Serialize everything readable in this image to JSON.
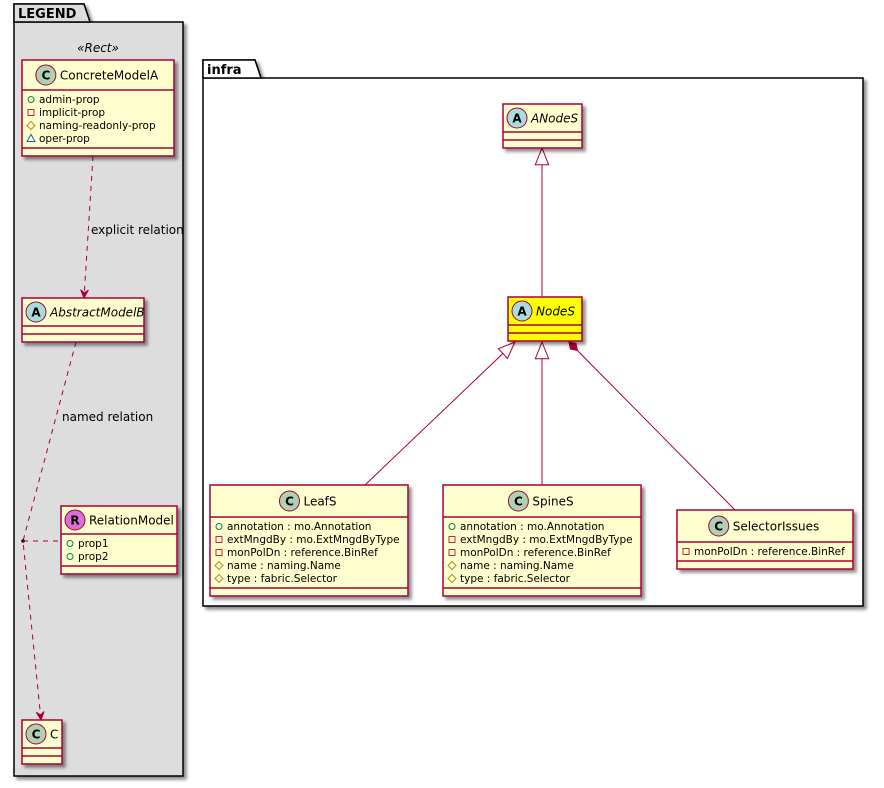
{
  "colors": {
    "class_fill": "#FEFECE",
    "class_border": "#A80036",
    "highlight_fill": "#FFFF00",
    "legend_bg": "#DDDDDD",
    "edge": "#A80036",
    "circle_class": "#ADD1B2",
    "circle_abstract": "#A9DCDF",
    "circle_relation": "#DA70D6",
    "vis_public": "#038048",
    "vis_private": "#C82930",
    "vis_protected": "#B38D22",
    "vis_package": "#1963A0"
  },
  "packages": {
    "legend": {
      "name": "LEGEND",
      "stereotype": "«Rect»"
    },
    "infra": {
      "name": "infra"
    }
  },
  "classes": {
    "concrete_model_a": {
      "kind_letter": "C",
      "name": "ConcreteModelA",
      "attributes": [
        {
          "vis": "public",
          "text": "admin-prop"
        },
        {
          "vis": "private",
          "text": "implicit-prop"
        },
        {
          "vis": "protected",
          "text": "naming-readonly-prop"
        },
        {
          "vis": "package",
          "text": "oper-prop"
        }
      ]
    },
    "abstract_model_b": {
      "kind_letter": "A",
      "name": "AbstractModelB",
      "attributes": []
    },
    "relation_model": {
      "kind_letter": "R",
      "name": "RelationModel",
      "attributes": [
        {
          "vis": "public",
          "text": "prop1"
        },
        {
          "vis": "public",
          "text": "prop2"
        }
      ]
    },
    "c": {
      "kind_letter": "C",
      "name": "C",
      "attributes": []
    },
    "anodes": {
      "kind_letter": "A",
      "name": "ANodeS",
      "attributes": []
    },
    "nodes": {
      "kind_letter": "A",
      "name": "NodeS",
      "attributes": []
    },
    "leafs": {
      "kind_letter": "C",
      "name": "LeafS",
      "attributes": [
        {
          "vis": "public",
          "text": "annotation : mo.Annotation"
        },
        {
          "vis": "private",
          "text": "extMngdBy : mo.ExtMngdByType"
        },
        {
          "vis": "private",
          "text": "monPolDn : reference.BinRef"
        },
        {
          "vis": "protected",
          "text": "name : naming.Name"
        },
        {
          "vis": "protected",
          "text": "type : fabric.Selector"
        }
      ]
    },
    "spines": {
      "kind_letter": "C",
      "name": "SpineS",
      "attributes": [
        {
          "vis": "public",
          "text": "annotation : mo.Annotation"
        },
        {
          "vis": "private",
          "text": "extMngdBy : mo.ExtMngdByType"
        },
        {
          "vis": "private",
          "text": "monPolDn : reference.BinRef"
        },
        {
          "vis": "protected",
          "text": "name : naming.Name"
        },
        {
          "vis": "protected",
          "text": "type : fabric.Selector"
        }
      ]
    },
    "selector_issues": {
      "kind_letter": "C",
      "name": "SelectorIssues",
      "attributes": [
        {
          "vis": "private",
          "text": "monPolDn : reference.BinRef"
        }
      ]
    }
  },
  "relations": {
    "explicit": {
      "from": "ConcreteModelA",
      "to": "AbstractModelB",
      "type": "dependency",
      "label": "explicit relation"
    },
    "named": {
      "from": "AbstractModelB",
      "to": "C",
      "type": "dependency",
      "label": "named relation",
      "association_class": "RelationModel"
    },
    "anodes_nodes": {
      "from": "NodeS",
      "to": "ANodeS",
      "type": "inheritance"
    },
    "leafs_nodes": {
      "from": "LeafS",
      "to": "NodeS",
      "type": "inheritance"
    },
    "spines_nodes": {
      "from": "SpineS",
      "to": "NodeS",
      "type": "inheritance"
    },
    "nodes_selector": {
      "from": "NodeS",
      "to": "SelectorIssues",
      "type": "composition"
    }
  }
}
